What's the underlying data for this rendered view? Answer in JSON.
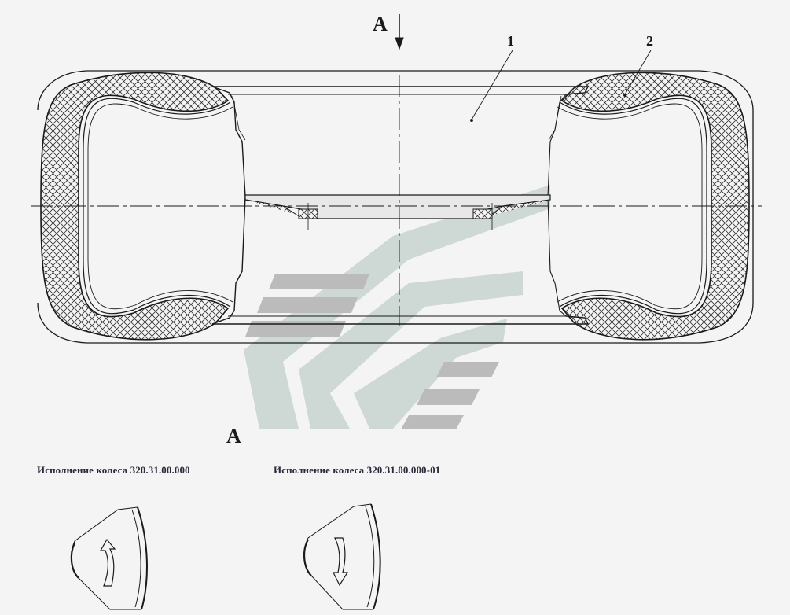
{
  "labels": {
    "section_top": "A",
    "section_bottom": "A",
    "callout_1": "1",
    "callout_2": "2"
  },
  "variants": [
    {
      "caption": "Исполнение колеса 320.31.00.000",
      "direction": "up"
    },
    {
      "caption": "Исполнение колеса 320.31.00.000-01",
      "direction": "down"
    }
  ],
  "colors": {
    "line": "#1a1a1a",
    "watermark_green": "#c9d4d0",
    "watermark_grey": "#b4b4b4",
    "background": "#f4f4f4"
  }
}
